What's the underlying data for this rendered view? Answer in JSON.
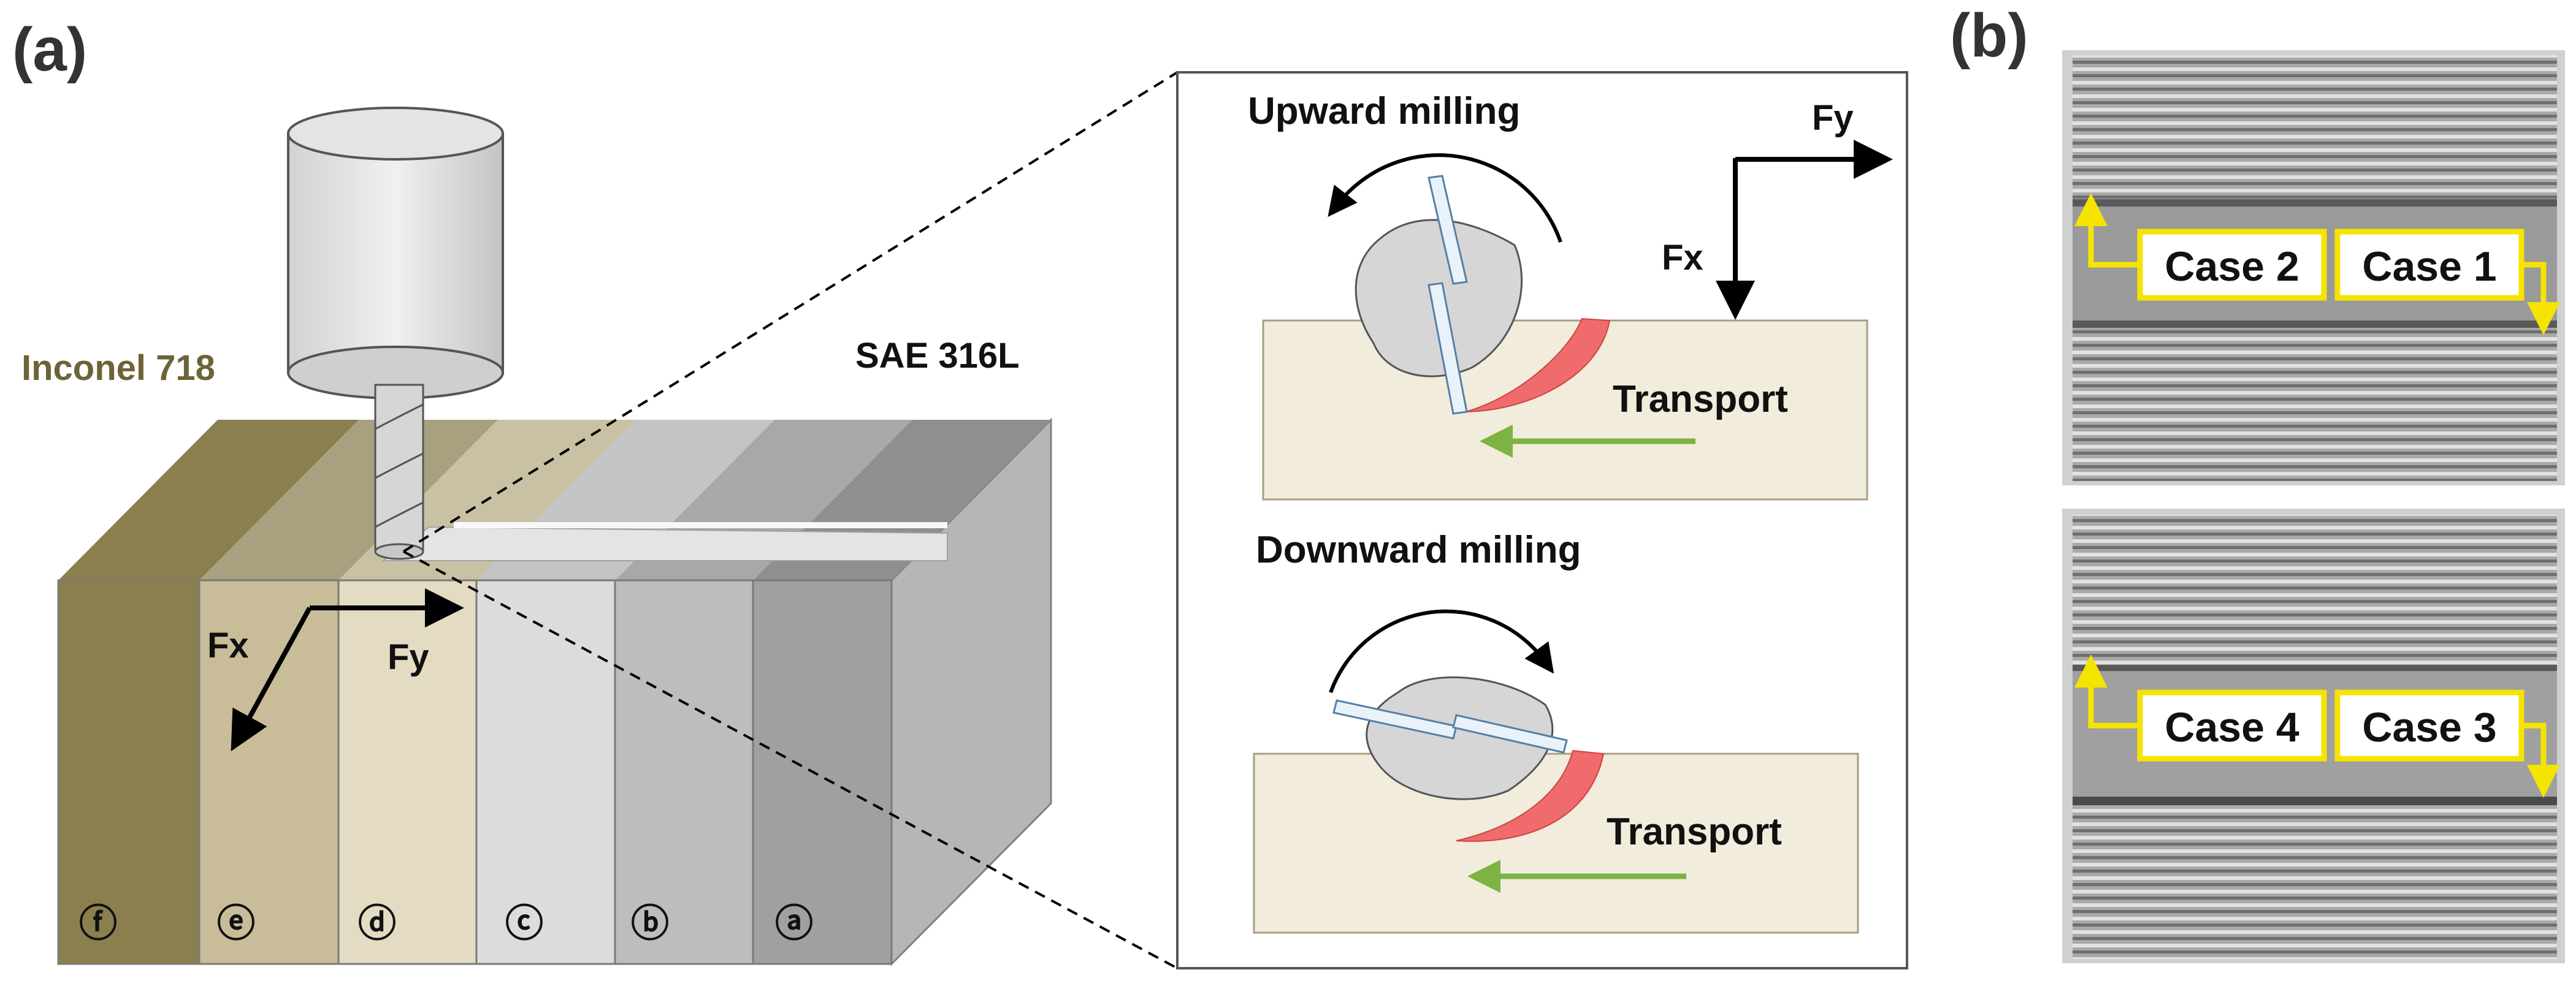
{
  "panel_a": {
    "label": "(a)",
    "left_material": "Inconel 718",
    "right_material": "SAE 316L",
    "force_x": "Fx",
    "force_y": "Fy",
    "layers": [
      "ⓕ",
      "ⓔ",
      "ⓓ",
      "ⓒ",
      "ⓑ",
      "ⓐ"
    ]
  },
  "inset": {
    "upward_title": "Upward milling",
    "downward_title": "Downward milling",
    "force_x": "Fx",
    "force_y": "Fy",
    "transport_upper": "Transport",
    "transport_lower": "Transport"
  },
  "panel_b": {
    "label": "(b)",
    "cases": [
      "Case 2",
      "Case 1",
      "Case 4",
      "Case 3"
    ]
  },
  "colors": {
    "inconel": "#8b7f4f",
    "transport_arrow": "#7cb342",
    "chip": "#f06b6b",
    "case_box": "#f5e400",
    "workpiece": "#f1ecdc"
  }
}
